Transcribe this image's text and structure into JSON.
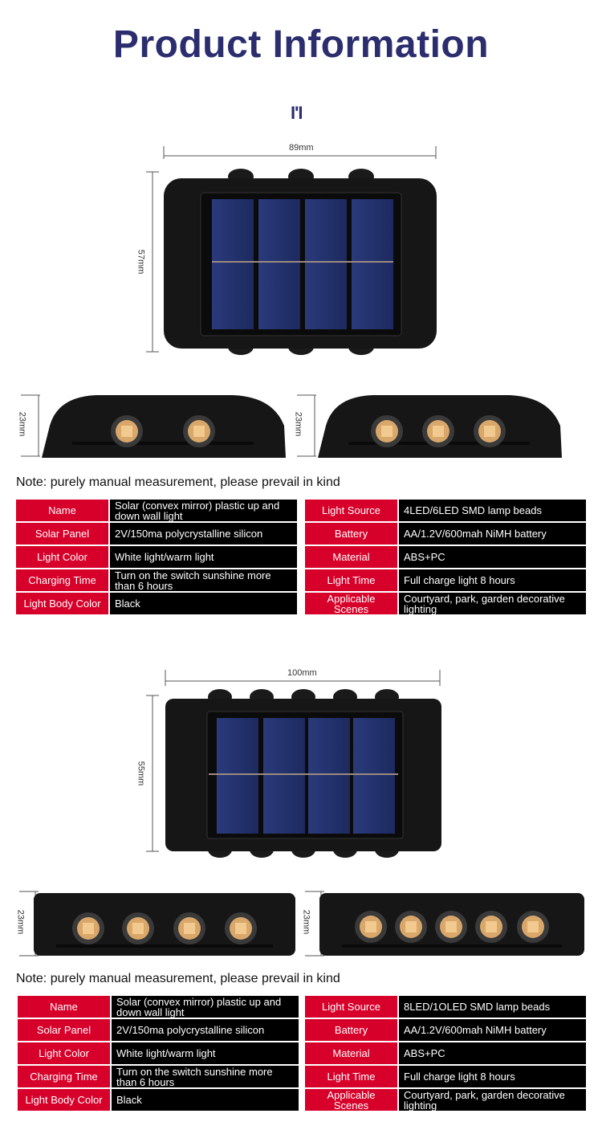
{
  "title": "Product Information",
  "logo_text": "I'I",
  "product1": {
    "width_label": "89mm",
    "height_label": "57mm",
    "side_left_label": "23mm",
    "side_right_label": "23mm",
    "note": "Note: purely manual measurement, please prevail in kind",
    "specs_left": [
      {
        "k": "Name",
        "v": "Solar (convex mirror) plastic up and down wall light"
      },
      {
        "k": "Solar Panel",
        "v": "2V/150ma polycrystalline silicon"
      },
      {
        "k": "Light Color",
        "v": "White light/warm light"
      },
      {
        "k": "Charging Time",
        "v": "Turn on the switch sunshine more than 6 hours"
      },
      {
        "k": "Light Body Color",
        "v": "Black"
      }
    ],
    "specs_right": [
      {
        "k": "Light Source",
        "v": "4LED/6LED SMD lamp beads"
      },
      {
        "k": "Battery",
        "v": "AA/1.2V/600mah NiMH battery"
      },
      {
        "k": "Material",
        "v": "ABS+PC"
      },
      {
        "k": "Light Time",
        "v": "Full charge light 8 hours"
      },
      {
        "k": "Applicable Scenes",
        "v": "Courtyard, park, garden decorative lighting"
      }
    ]
  },
  "product2": {
    "width_label": "100mm",
    "height_label": "55mm",
    "side_left_label": "23mm",
    "side_right_label": "23mm",
    "note": "Note: purely manual measurement, please prevail in kind",
    "specs_left": [
      {
        "k": "Name",
        "v": "Solar (convex mirror) plastic up and down wall light"
      },
      {
        "k": "Solar Panel",
        "v": "2V/150ma polycrystalline silicon"
      },
      {
        "k": "Light Color",
        "v": "White light/warm light"
      },
      {
        "k": "Charging Time",
        "v": "Turn on the switch sunshine more than 6 hours"
      },
      {
        "k": "Light Body Color",
        "v": "Black"
      }
    ],
    "specs_right": [
      {
        "k": "Light Source",
        "v": "8LED/1OLED SMD lamp beads"
      },
      {
        "k": "Battery",
        "v": "AA/1.2V/600mah NiMH battery"
      },
      {
        "k": "Material",
        "v": "ABS+PC"
      },
      {
        "k": "Light Time",
        "v": "Full charge light 8 hours"
      },
      {
        "k": "Applicable Scenes",
        "v": "Courtyard, park, garden decorative lighting"
      }
    ]
  },
  "colors": {
    "title": "#2b2d6e",
    "key_bg": "#d7002a",
    "value_bg": "#000000"
  }
}
